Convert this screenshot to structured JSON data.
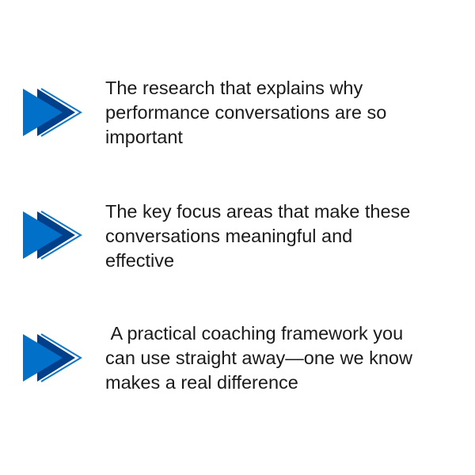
{
  "colors": {
    "front": "#0070C8",
    "back": "#003F8A",
    "outline": "#0A78D0",
    "text": "#1a1a1a",
    "background": "#ffffff"
  },
  "items": [
    {
      "icon": "double-arrow-icon",
      "text": "The research that explains why\nperformance conversations are so\nimportant"
    },
    {
      "icon": "double-arrow-icon",
      "text": "The key focus areas that make these\nconversations meaningful and\neffective"
    },
    {
      "icon": "double-arrow-icon",
      "text": " A practical coaching framework you\ncan use straight away—one we know\nmakes a real difference"
    }
  ]
}
